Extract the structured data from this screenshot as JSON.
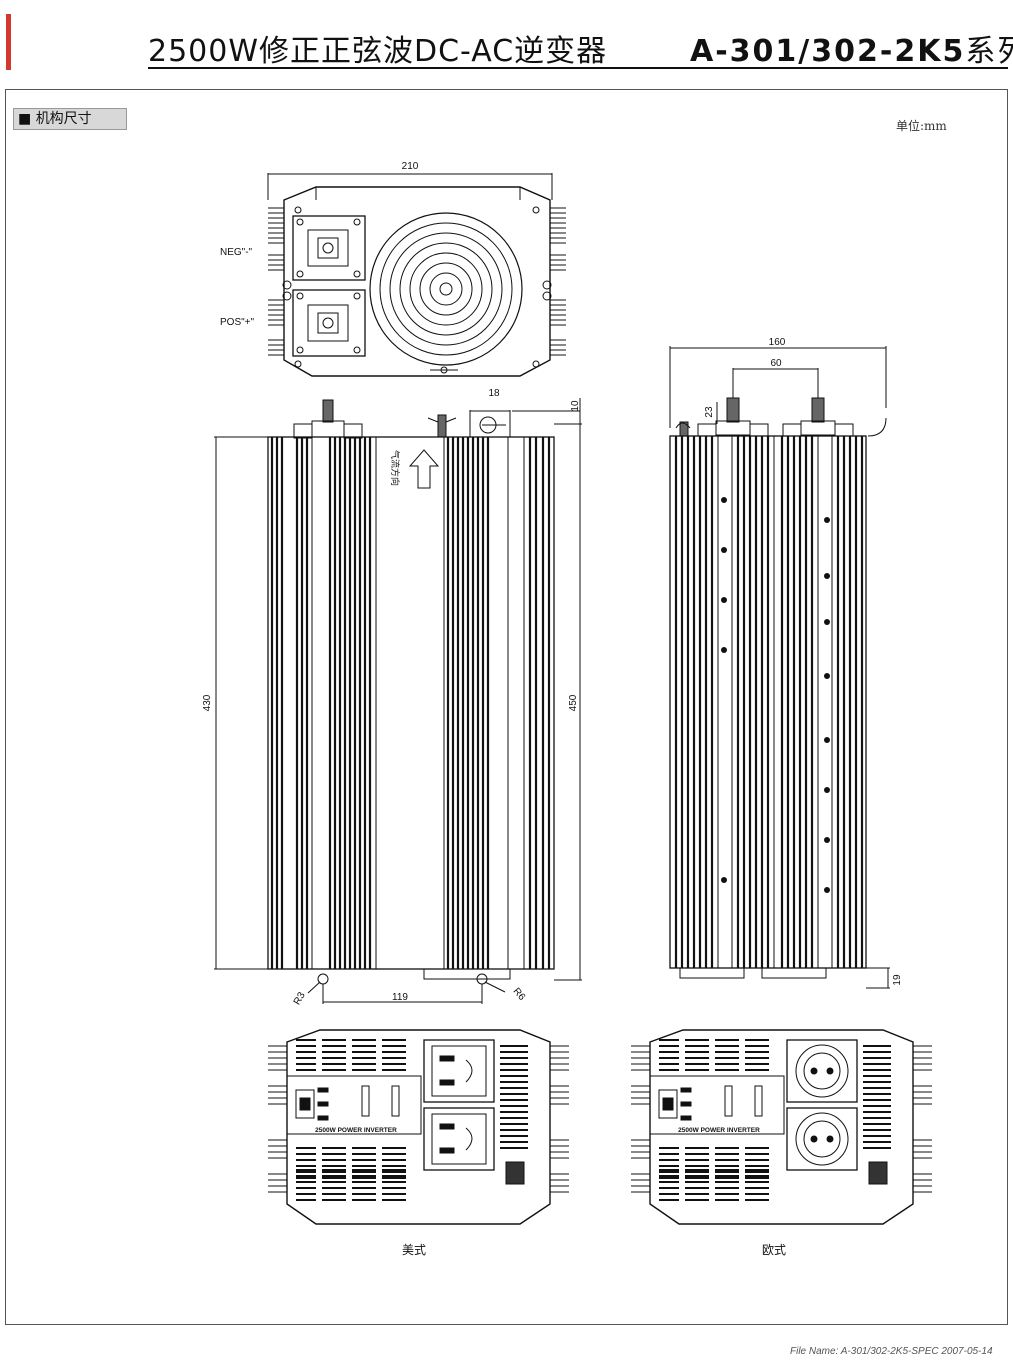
{
  "header": {
    "title": "2500W修正正弦波DC-AC逆变器",
    "model": "A-301/302-2K5",
    "series": "系列"
  },
  "section": {
    "marker": "■",
    "label": "机构尺寸"
  },
  "unit_label": "单位:mm",
  "top_view": {
    "dim_width": "210",
    "neg_label": "NEG\"-\"",
    "pos_label": "POS\"+\""
  },
  "front_view": {
    "dim_18": "18",
    "dim_10": "10",
    "dim_430": "430",
    "dim_450": "450",
    "dim_119": "119",
    "r3": "R3",
    "r6": "R6",
    "airflow": "气流方向"
  },
  "side_view": {
    "dim_160": "160",
    "dim_60": "60",
    "dim_23": "23",
    "dim_19": "19"
  },
  "panel_us": {
    "brand_text": "2500W POWER INVERTER",
    "caption": "美式"
  },
  "panel_eu": {
    "brand_text": "2500W POWER INVERTER",
    "caption": "欧式"
  },
  "footer": "File Name: A-301/302-2K5-SPEC   2007-05-14"
}
